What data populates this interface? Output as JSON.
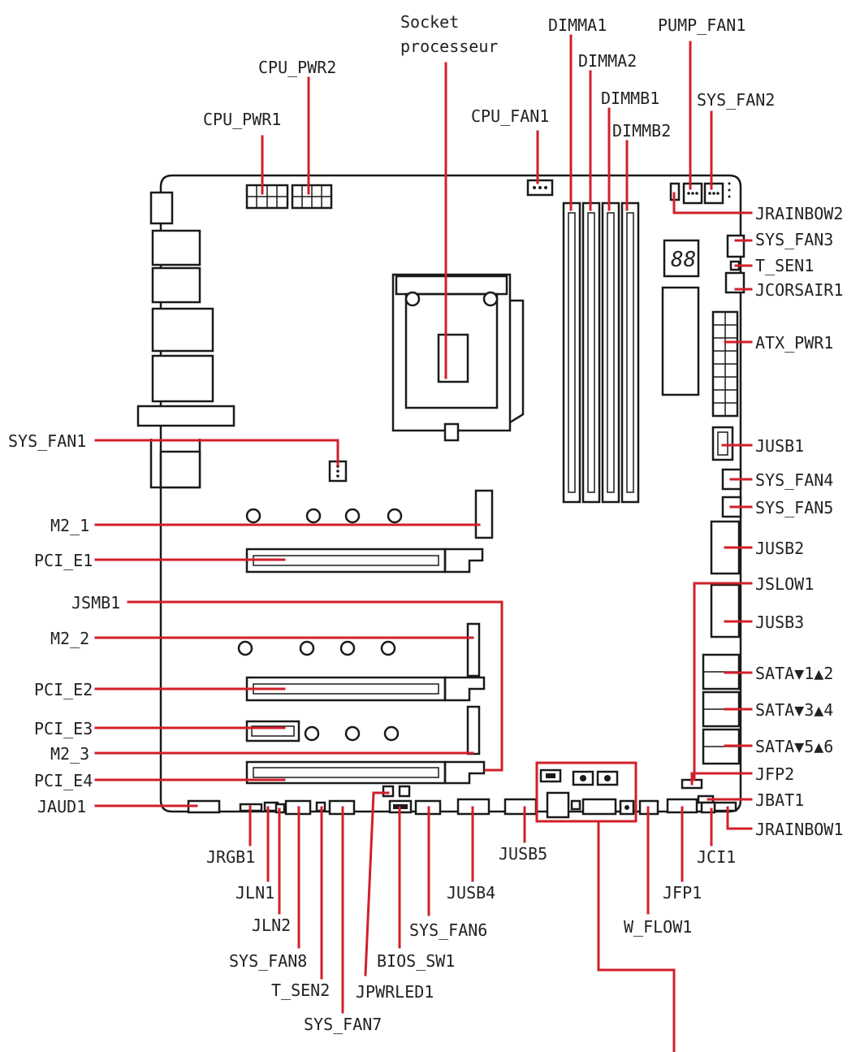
{
  "diagram": {
    "colors": {
      "leader": "#d21f2a",
      "outline": "#1a1a1a",
      "text": "#222222",
      "background": "#ffffff"
    },
    "labels": {
      "socket_line1": "Socket",
      "socket_line2": "processeur",
      "dimma1": "DIMMA1",
      "dimma2": "DIMMA2",
      "dimmb1": "DIMMB1",
      "dimmb2": "DIMMB2",
      "pump_fan1": "PUMP_FAN1",
      "sys_fan2": "SYS_FAN2",
      "cpu_pwr2": "CPU_PWR2",
      "cpu_pwr1": "CPU_PWR1",
      "cpu_fan1": "CPU_FAN1",
      "jrainbow2": "JRAINBOW2",
      "sys_fan3": "SYS_FAN3",
      "t_sen1": "T_SEN1",
      "jcorsair1": "JCORSAIR1",
      "atx_pwr1": "ATX_PWR1",
      "jusb1": "JUSB1",
      "sys_fan4": "SYS_FAN4",
      "sys_fan5": "SYS_FAN5",
      "jusb2": "JUSB2",
      "jslow1": "JSLOW1",
      "jusb3": "JUSB3",
      "sata12": "SATA▼1▲2",
      "sata34": "SATA▼3▲4",
      "sata56": "SATA▼5▲6",
      "jfp2": "JFP2",
      "jbat1": "JBAT1",
      "jrainbow1": "JRAINBOW1",
      "jci1": "JCI1",
      "jfp1": "JFP1",
      "w_flow1": "W_FLOW1",
      "jusb5": "JUSB5",
      "jusb4": "JUSB4",
      "sys_fan6": "SYS_FAN6",
      "bios_sw1": "BIOS_SW1",
      "jpwrled1": "JPWRLED1",
      "sys_fan7": "SYS_FAN7",
      "t_sen2": "T_SEN2",
      "sys_fan8": "SYS_FAN8",
      "jln2": "JLN2",
      "jln1": "JLN1",
      "jrgb1": "JRGB1",
      "jaud1": "JAUD1",
      "sys_fan1": "SYS_FAN1",
      "m2_1": "M2_1",
      "pci_e1": "PCI_E1",
      "jsmb1": "JSMB1",
      "m2_2": "M2_2",
      "pci_e2": "PCI_E2",
      "pci_e3": "PCI_E3",
      "m2_3": "M2_3",
      "pci_e4": "PCI_E4",
      "debug_display": "88"
    }
  }
}
